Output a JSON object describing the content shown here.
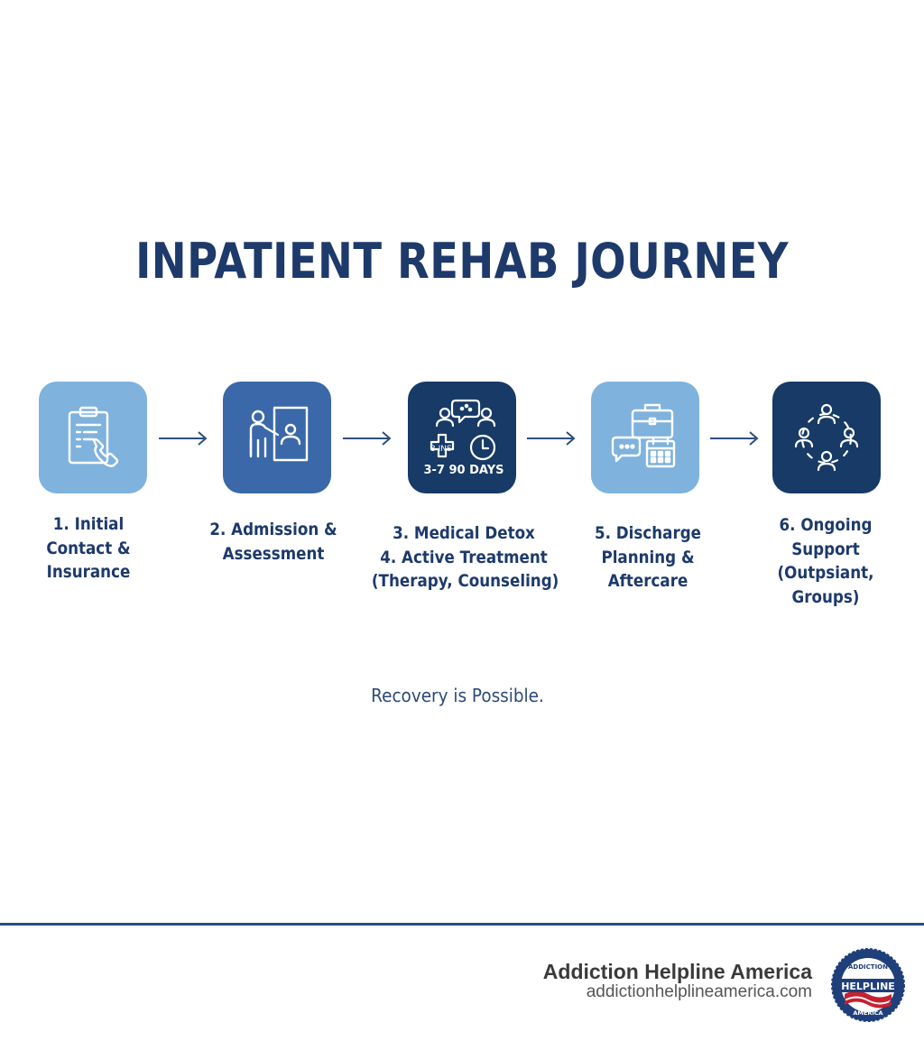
{
  "title": "INPATIENT REHAB JOURNEY",
  "colors": {
    "navy": "#1d3a6b",
    "light_blue": "#7fb2dd",
    "mid_blue": "#3a68a8",
    "dark_navy": "#173a66",
    "arrow": "#2f4f7f"
  },
  "steps": [
    {
      "icon": "clipboard-phone-icon",
      "label_lines": [
        "1. Initial",
        "Contact &",
        "Insurance"
      ]
    },
    {
      "icon": "person-door-icon",
      "label_lines": [
        "2. Admission &",
        "Assessment"
      ]
    },
    {
      "icon": "medical-group-clock-icon",
      "tile_text_small": "3 INS",
      "tile_text": "3-7 90 DAYS",
      "label_lines": [
        "3. Medical Detox",
        "4. Active Treatment",
        "(Therapy, Counseling)"
      ]
    },
    {
      "icon": "briefcase-chat-calendar-icon",
      "label_lines": [
        "5. Discharge",
        "Planning &",
        "Aftercare"
      ]
    },
    {
      "icon": "support-circle-icon",
      "label_lines": [
        "6. Ongoing",
        "Support",
        "(Outpsiant,",
        "Groups)"
      ]
    }
  ],
  "tagline": "Recovery is Possible.",
  "footer": {
    "brand_name": "Addiction Helpline America",
    "brand_url": "addictionhelplineamerica.com",
    "logo": {
      "top_text": "ADDICTION",
      "main_text": "HELPLINE",
      "bottom_text": "AMERICA"
    }
  }
}
